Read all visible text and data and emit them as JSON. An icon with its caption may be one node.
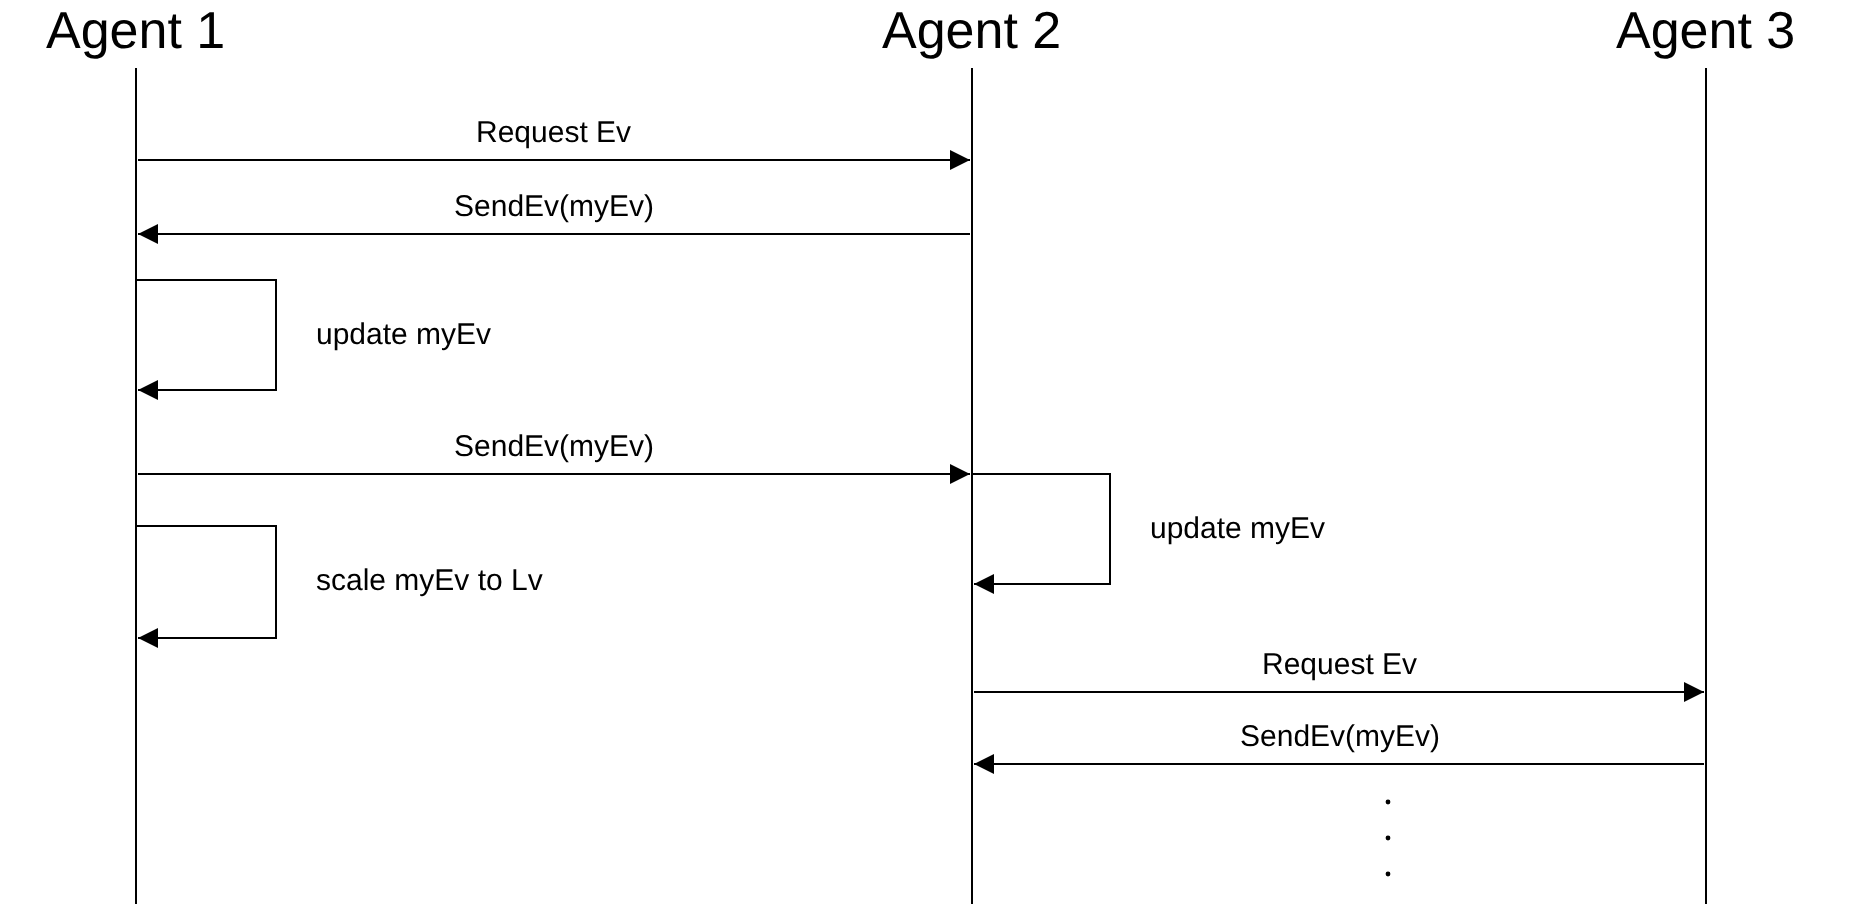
{
  "diagram": {
    "nodes": [
      {
        "text": [
          "Agent 1"
        ]
      },
      {
        "text": [
          "Agent 2"
        ]
      },
      {
        "text": [
          "Agent 3"
        ]
      }
    ],
    "edges": [
      {
        "from": 0,
        "to": 1,
        "arrow": "to",
        "label": "Request Ev"
      },
      {
        "from": 1,
        "to": 0,
        "arrow": "to",
        "label": "SendEv(myEv)"
      },
      {
        "from": 0,
        "to": 0,
        "arrow": "to",
        "label": "update myEv"
      },
      {
        "from": 0,
        "to": 1,
        "arrow": "to",
        "label": "SendEv(myEv)"
      },
      {
        "from": 1,
        "to": 1,
        "arrow": "to",
        "label": "update myEv"
      },
      {
        "from": 0,
        "to": 0,
        "arrow": "to",
        "label": "scale myEv to Lv"
      },
      {
        "from": 1,
        "to": 2,
        "arrow": "to",
        "label": "Request Ev"
      },
      {
        "from": 2,
        "to": 1,
        "arrow": "to",
        "label": "SendEv(myEv)"
      }
    ]
  }
}
